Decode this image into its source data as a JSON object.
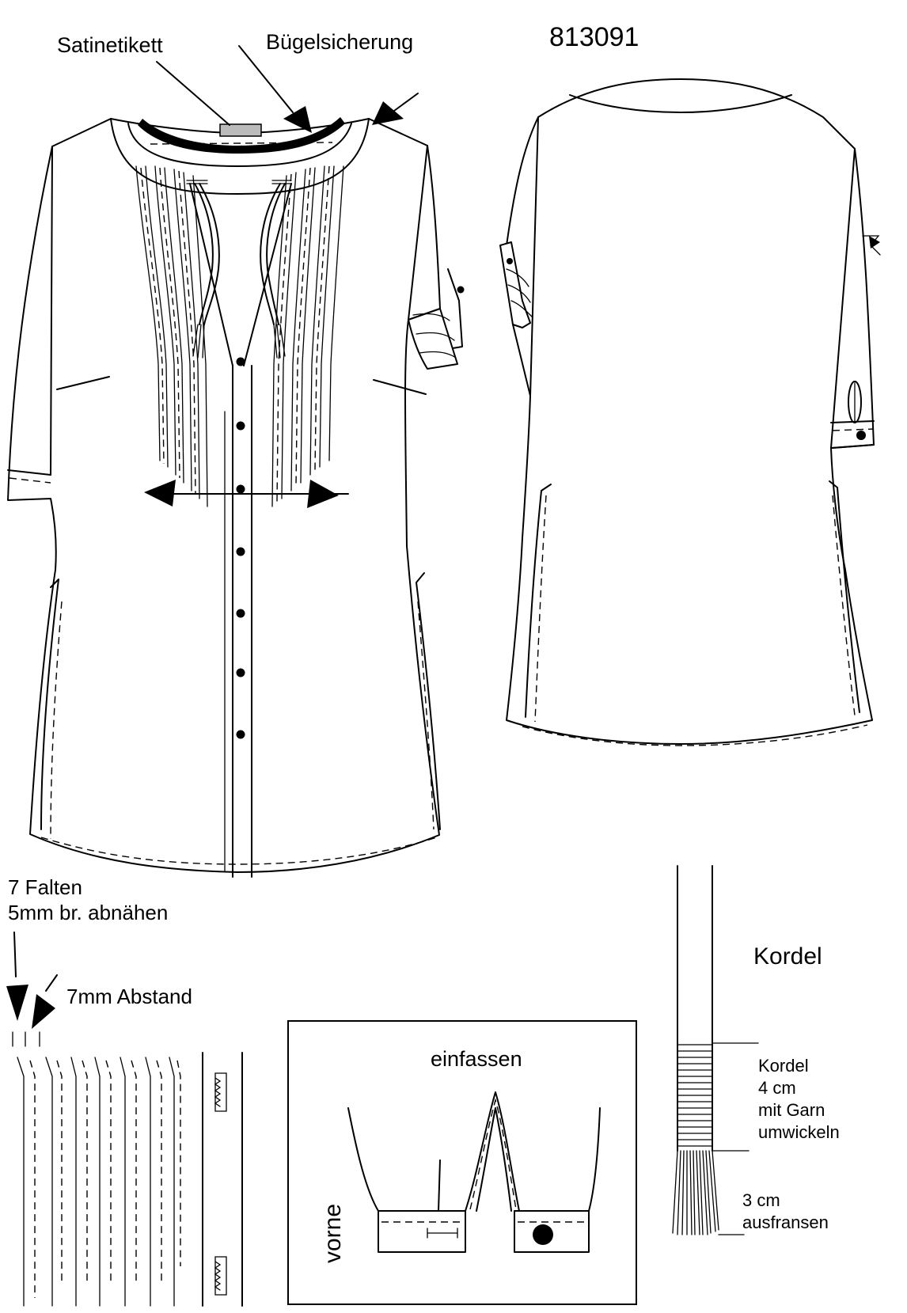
{
  "document": {
    "article_number": "813091"
  },
  "labels": {
    "satin_label": "Satinetikett",
    "hanger_loop": "Bügelsicherung",
    "pleats_line1": "7 Falten",
    "pleats_line2": "5mm br. abnähen",
    "spacing": "7mm Abstand",
    "cord_title": "Kordel",
    "cord_wrap_1": "Kordel",
    "cord_wrap_2": "4 cm",
    "cord_wrap_3": "mit Garn",
    "cord_wrap_4": "umwickeln",
    "fringe_1": "3 cm",
    "fringe_2": "ausfransen",
    "binding": "einfassen",
    "front": "vorne"
  }
}
